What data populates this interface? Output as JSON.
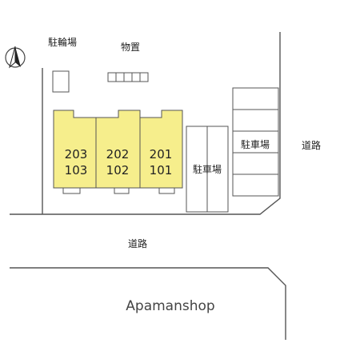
{
  "labels": {
    "bicycle_parking": "駐輪場",
    "storage": "物置",
    "parking": "駐車場",
    "road": "道路",
    "watermark": "Apamanshop"
  },
  "units": [
    {
      "upper": "203",
      "lower": "103"
    },
    {
      "upper": "202",
      "lower": "102"
    },
    {
      "upper": "201",
      "lower": "101"
    }
  ],
  "colors": {
    "building_fill": "#f6ee8c",
    "line": "#555555",
    "text": "#222222"
  },
  "icons": {
    "north_arrow": "north-arrow-icon"
  }
}
